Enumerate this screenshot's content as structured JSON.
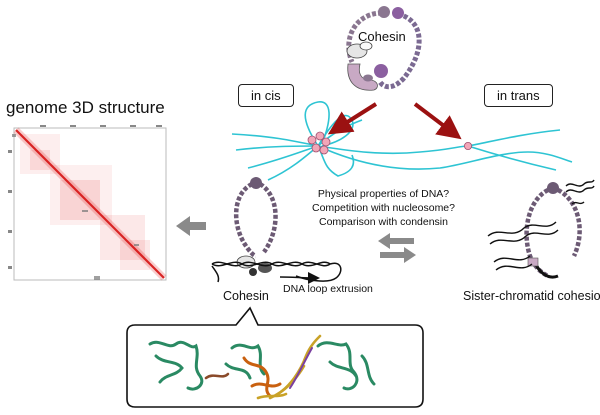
{
  "labels": {
    "genome_structure": "genome 3D structure",
    "cohesin_top": "Cohesin",
    "in_cis": "in cis",
    "in_trans": "in trans",
    "questions": [
      "Physical properties of DNA?",
      "Competition with nucleosome?",
      "Comparison with condensin"
    ],
    "cohesin_bottom": "Cohesin",
    "loop_extrusion": "DNA loop extrusion",
    "sister_cohesion": "Sister-chromatid cohesion"
  },
  "colors": {
    "chromatin": "#2ec4d3",
    "red_arrow": "#9b1111",
    "grey_arrow": "#8a8a8a",
    "cohesin_ring": "#8a7690",
    "cohesin_accent": "#b992c4",
    "contact_map": "#e02020",
    "protein_green": "#2a8a63",
    "protein_orange": "#c9600f"
  },
  "icons": [
    "cohesin-ring-icon",
    "hic-contact-map-icon",
    "protein-structure-icon",
    "dna-double-helix-icon"
  ]
}
